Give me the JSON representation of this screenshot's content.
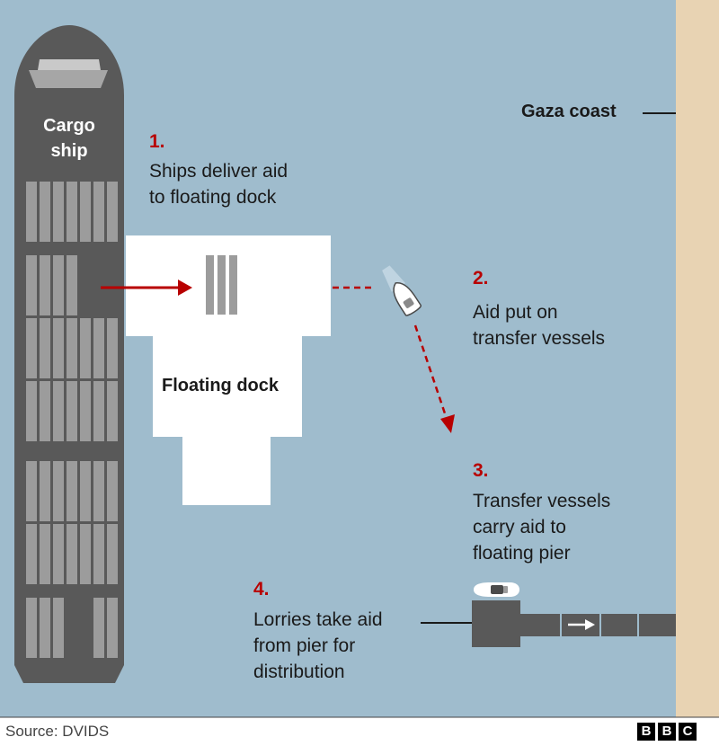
{
  "colors": {
    "sea": "#9fbccd",
    "coast": "#e8d3b3",
    "ship": "#595959",
    "accent": "#b80000",
    "dock": "#ffffff"
  },
  "labels": {
    "cargo_ship": "Cargo\nship",
    "floating_dock": "Floating dock",
    "gaza_coast": "Gaza coast"
  },
  "steps": [
    {
      "num": "1.",
      "text": "Ships deliver aid\nto floating dock"
    },
    {
      "num": "2.",
      "text": "Aid put on\ntransfer vessels"
    },
    {
      "num": "3.",
      "text": "Transfer vessels\ncarry aid to\nfloating pier"
    },
    {
      "num": "4.",
      "text": "Lorries take aid\nfrom pier for\ndistribution"
    }
  ],
  "footer": {
    "source": "Source: DVIDS",
    "logo_letters": [
      "B",
      "B",
      "C"
    ]
  }
}
